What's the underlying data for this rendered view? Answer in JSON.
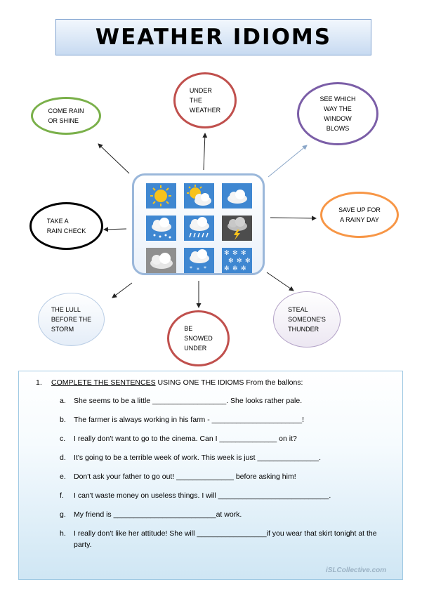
{
  "title": "WEATHER IDIOMS",
  "bubbles": [
    {
      "id": "come-rain",
      "text": "COME RAIN\nOR SHINE",
      "color": "#7ab04a"
    },
    {
      "id": "under-weather",
      "text": "UNDER\nTHE\nWEATHER",
      "color": "#c0504d"
    },
    {
      "id": "see-which",
      "text": "SEE WHICH\nWAY THE\nWINDOW\nBLOWS",
      "color": "#7b5ea7"
    },
    {
      "id": "take-rain-check",
      "text": "TAKE A\nRAIN CHECK",
      "color": "#000000"
    },
    {
      "id": "save-up",
      "text": "SAVE UP FOR\nA RAINY DAY",
      "color": "#f79646"
    },
    {
      "id": "the-lull",
      "text": "THE LULL\nBEFORE THE\nSTORM",
      "color": "#b9cde5"
    },
    {
      "id": "steal",
      "text": "STEAL\nSOMEONE'S\nTHUNDER",
      "color": "#b3a2c7"
    },
    {
      "id": "be-snowed",
      "text": "BE\nSNOWED\nUNDER",
      "color": "#c0504d"
    }
  ],
  "weather_icons": [
    "sun-icon",
    "sun-cloud-icon",
    "cloud-icon",
    "rain-cloud-icon",
    "heavy-rain-icon",
    "storm-icon",
    "dark-cloud-icon",
    "snow-cloud-icon",
    "snowflakes-icon"
  ],
  "exercise": {
    "number": "1.",
    "instruction_underlined": "COMPLETE THE SENTENCES",
    "instruction_rest": " USING ONE THE IDIOMS From the ballons:",
    "items": [
      {
        "letter": "a.",
        "text": "She seems to be a little __________________. She looks rather pale."
      },
      {
        "letter": "b.",
        "text": "The farmer is always working in his farm - ______________________!"
      },
      {
        "letter": "c.",
        "text": "I really don't want to go to the cinema. Can I ______________ on it?"
      },
      {
        "letter": "d.",
        "text": "It's going to be a terrible week of work. This week is just _______________."
      },
      {
        "letter": "e.",
        "text": "Don't ask your father to go out! ______________ before asking him!"
      },
      {
        "letter": "f.",
        "text": "I can't waste money on useless things. I will ___________________________."
      },
      {
        "letter": "g.",
        "text": "My friend is _________________________at work."
      },
      {
        "letter": "h.",
        "text": "I really don't like her attitude! She will _________________if you wear that skirt tonight at the party."
      }
    ]
  },
  "watermark": "iSLCollective.com"
}
